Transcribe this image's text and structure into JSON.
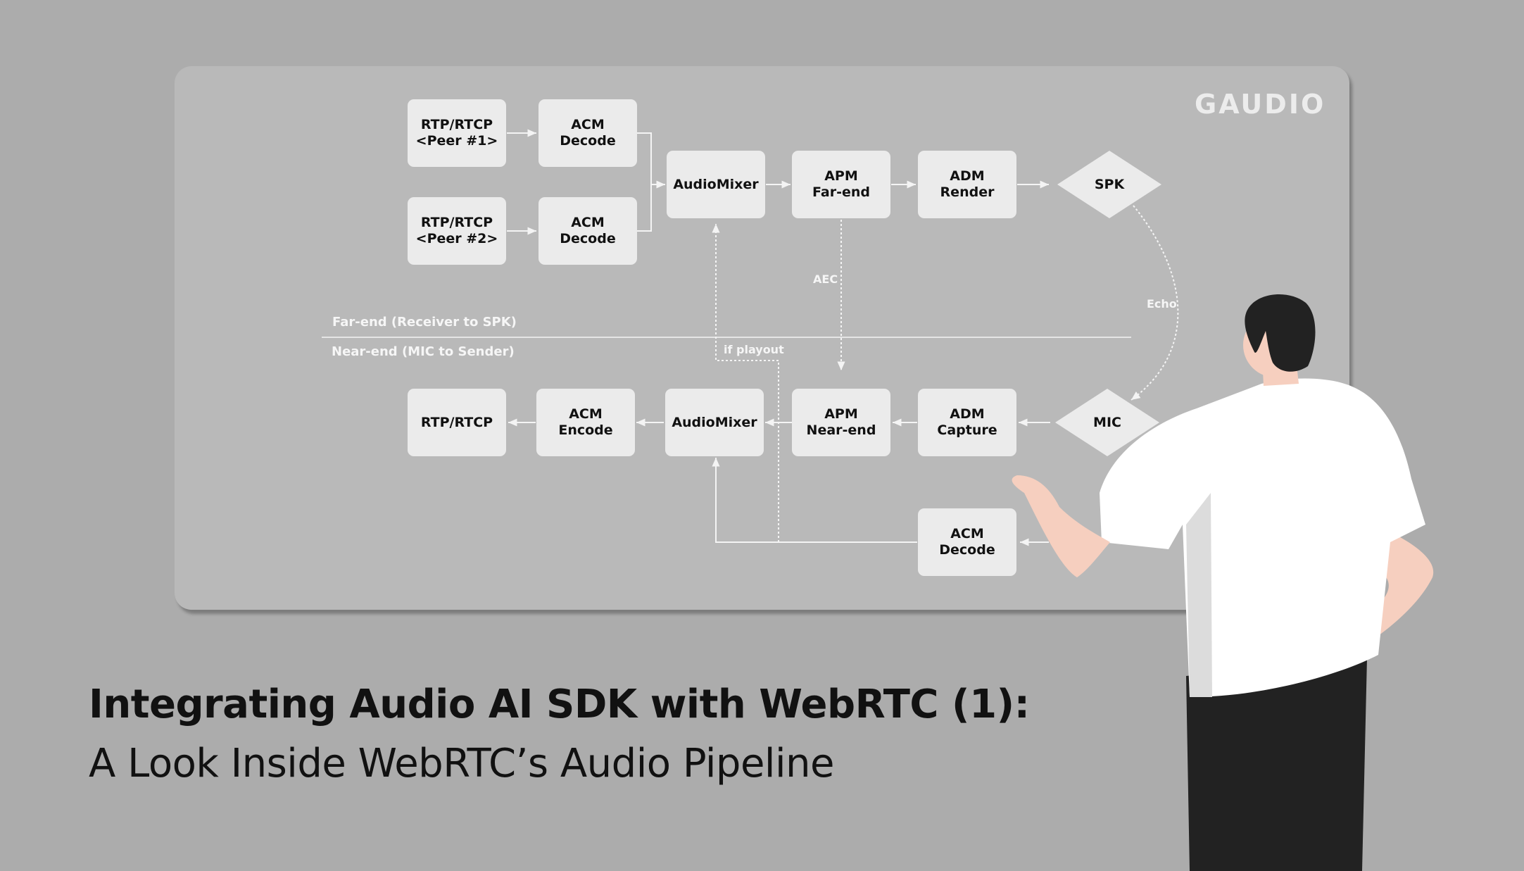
{
  "logo": "GAUDIO",
  "title": "Integrating Audio AI SDK with WebRTC (1):",
  "subtitle": "A Look Inside WebRTC’s Audio Pipeline",
  "regions": {
    "far_end": "Far-end (Receiver to SPK)",
    "near_end": "Near-end (MIC to Sender)"
  },
  "notes": {
    "aec": "AEC",
    "echo": "Echo",
    "if_playout": "if playout"
  },
  "far_end": {
    "rtp1": "RTP/RTCP\n<Peer #1>",
    "acm_decode1": "ACM\nDecode",
    "rtp2": "RTP/RTCP\n<Peer #2>",
    "acm_decode2": "ACM\nDecode",
    "mixer": "AudioMixer",
    "apm": "APM\nFar-end",
    "adm": "ADM\nRender",
    "spk": "SPK"
  },
  "near_end": {
    "rtp": "RTP/RTCP",
    "acm_encode": "ACM\nEncode",
    "mixer": "AudioMixer",
    "apm": "APM\nNear-end",
    "adm": "ADM\nCapture",
    "mic": "MIC",
    "acm_decode": "ACM\nDecode"
  },
  "colors": {
    "background": "#acacac",
    "board": "#b9b9b9",
    "box": "#ebebeb",
    "line": "#f4f4f4"
  }
}
